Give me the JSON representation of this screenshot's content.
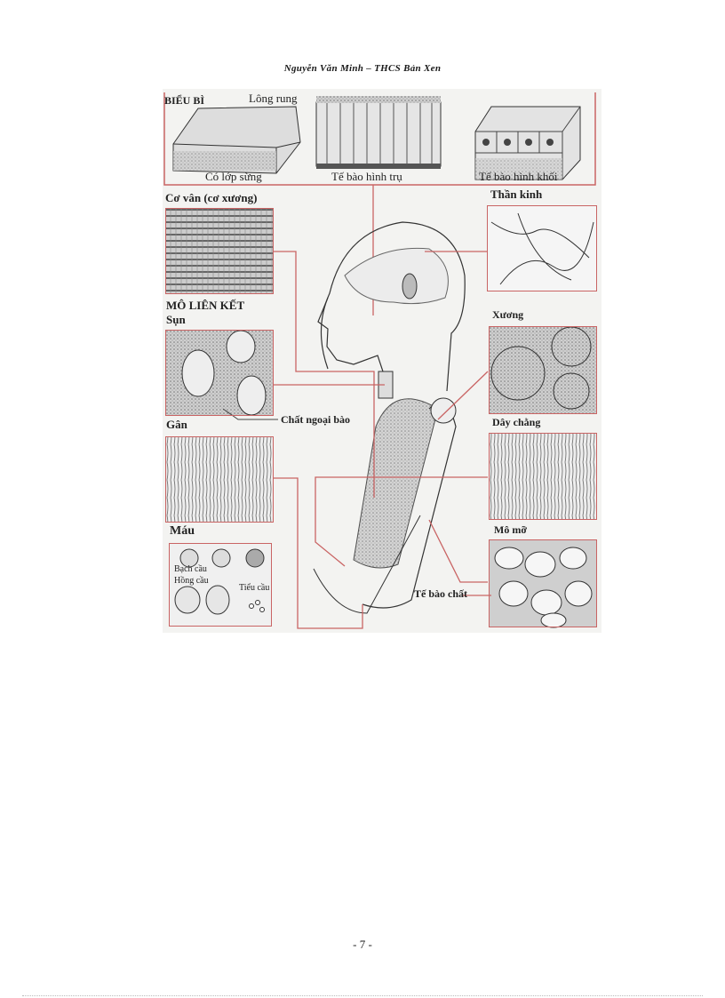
{
  "header": {
    "text": "Nguyễn Văn Minh – THCS Bản Xen"
  },
  "figure": {
    "sections": {
      "bieu_bi": "BIỂU BÌ",
      "long_rung": "Lông rung",
      "co_lop_sung": "Có lớp sừng",
      "te_bao_hinh_tru": "Tế bào hình trụ",
      "te_bao_hinh_khoi": "Tế bào hình khối",
      "co_van": "Cơ vân (cơ xương)",
      "mo_lien_ket": "MÔ LIÊN KẾT",
      "sun": "Sụn",
      "chat_ngoai_bao": "Chất ngoại bào",
      "gan": "Gân",
      "mau": "Máu",
      "bach_cau": "Bạch cầu",
      "hong_cau": "Hồng cầu",
      "tieu_cau": "Tiểu cầu",
      "than_kinh": "Thần kinh",
      "xuong": "Xương",
      "day_chang": "Dây chằng",
      "mo_mo": "Mô mỡ",
      "te_bao_chat": "Tế bào chất"
    },
    "colors": {
      "leader_line": "#c96464",
      "panel_bg": "#f3f3f1"
    }
  },
  "footer": {
    "page_number": "- 7 -"
  }
}
